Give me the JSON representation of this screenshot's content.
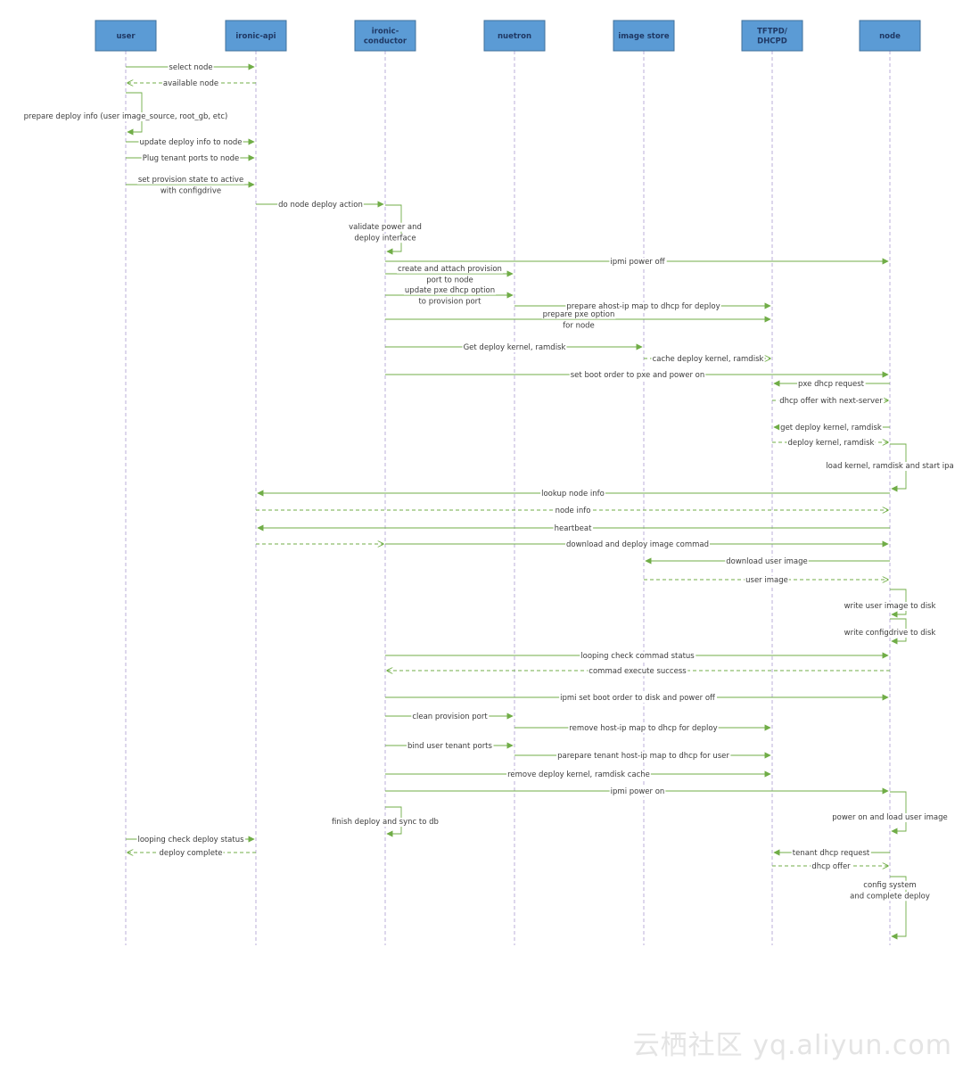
{
  "colors": {
    "actor_fill": "#5b9bd5",
    "arrow": "#70ad47",
    "lifeline": "#b4a7d6",
    "text": "#3b3b3b"
  },
  "actors": [
    {
      "id": "user",
      "label": [
        "user"
      ]
    },
    {
      "id": "api",
      "label": [
        "ironic-api"
      ]
    },
    {
      "id": "cond",
      "label": [
        "ironic-",
        "conductor"
      ]
    },
    {
      "id": "neutron",
      "label": [
        "nuetron"
      ]
    },
    {
      "id": "image",
      "label": [
        "image store"
      ]
    },
    {
      "id": "tftp",
      "label": [
        "TFTPD/",
        "DHCPD"
      ]
    },
    {
      "id": "node",
      "label": [
        "node"
      ]
    }
  ],
  "messages": [
    {
      "from": "user",
      "to": "api",
      "style": "solid",
      "label": [
        "select node"
      ]
    },
    {
      "from": "api",
      "to": "user",
      "style": "dashed",
      "label": [
        "available node"
      ]
    },
    {
      "from": "user",
      "to": "user",
      "style": "self",
      "label": [
        "prepare deploy info (user image_source, root_gb, etc)"
      ]
    },
    {
      "from": "user",
      "to": "api",
      "style": "solid",
      "label": [
        "update deploy info to node"
      ]
    },
    {
      "from": "user",
      "to": "api",
      "style": "solid",
      "label": [
        "Plug tenant ports  to node"
      ]
    },
    {
      "from": "user",
      "to": "api",
      "style": "solid",
      "label": [
        "set provision state to active",
        "with configdrive"
      ]
    },
    {
      "from": "api",
      "to": "cond",
      "style": "solid",
      "label": [
        "do node deploy action"
      ]
    },
    {
      "from": "cond",
      "to": "cond",
      "style": "self",
      "label": [
        "validate power and",
        "deploy interface"
      ]
    },
    {
      "from": "cond",
      "to": "node",
      "style": "solid",
      "label": [
        "ipmi power off"
      ]
    },
    {
      "from": "cond",
      "to": "neutron",
      "style": "solid",
      "label": [
        "create and attach provision",
        "port to node"
      ]
    },
    {
      "from": "cond",
      "to": "neutron",
      "style": "solid",
      "label": [
        "update pxe dhcp option",
        "to provision port"
      ]
    },
    {
      "from": "neutron",
      "to": "tftp",
      "style": "solid",
      "label": [
        "prepare ahost-ip map to dhcp for deploy"
      ]
    },
    {
      "from": "cond",
      "to": "tftp",
      "style": "solid",
      "label": [
        "prepare pxe option",
        "for node"
      ]
    },
    {
      "from": "cond",
      "to": "image",
      "style": "solid",
      "label": [
        "Get deploy kernel, ramdisk"
      ]
    },
    {
      "from": "image",
      "to": "tftp",
      "style": "dashed",
      "label": [
        "cache deploy kernel, ramdisk"
      ]
    },
    {
      "from": "cond",
      "to": "node",
      "style": "solid",
      "label": [
        "set boot order to pxe and power on"
      ]
    },
    {
      "from": "node",
      "to": "tftp",
      "style": "solid",
      "label": [
        "pxe dhcp request"
      ]
    },
    {
      "from": "tftp",
      "to": "node",
      "style": "dashed",
      "label": [
        "dhcp offer with next-server"
      ]
    },
    {
      "from": "node",
      "to": "tftp",
      "style": "solid",
      "label": [
        "get deploy kernel, ramdisk"
      ]
    },
    {
      "from": "tftp",
      "to": "node",
      "style": "dashed",
      "label": [
        "deploy kernel, ramdisk"
      ]
    },
    {
      "from": "node",
      "to": "node",
      "style": "self",
      "label": [
        "load kernel, ramdisk and start ipa"
      ]
    },
    {
      "from": "node",
      "to": "api",
      "style": "solid",
      "label": [
        "lookup node info"
      ]
    },
    {
      "from": "api",
      "to": "node",
      "style": "dashed",
      "label": [
        "node info"
      ]
    },
    {
      "from": "node",
      "to": "api",
      "style": "solid",
      "label": [
        "heartbeat"
      ]
    },
    {
      "from": "cond",
      "to": "node",
      "style": "solid",
      "label": [
        "download and deploy image commad"
      ]
    },
    {
      "from": "api",
      "to": "cond",
      "style": "dashed",
      "label": []
    },
    {
      "from": "node",
      "to": "image",
      "style": "solid",
      "label": [
        "download user image"
      ]
    },
    {
      "from": "image",
      "to": "node",
      "style": "dashed",
      "label": [
        "user image"
      ]
    },
    {
      "from": "node",
      "to": "node",
      "style": "self",
      "label": [
        "write user image to disk"
      ]
    },
    {
      "from": "node",
      "to": "node",
      "style": "self",
      "label": [
        "write configdrive to disk"
      ]
    },
    {
      "from": "cond",
      "to": "node",
      "style": "solid",
      "label": [
        "looping check commad status"
      ]
    },
    {
      "from": "node",
      "to": "cond",
      "style": "dashed",
      "label": [
        "commad execute success"
      ]
    },
    {
      "from": "cond",
      "to": "node",
      "style": "solid",
      "label": [
        "ipmi set boot order to disk and power off"
      ]
    },
    {
      "from": "cond",
      "to": "neutron",
      "style": "solid",
      "label": [
        "clean provision port"
      ]
    },
    {
      "from": "neutron",
      "to": "tftp",
      "style": "solid",
      "label": [
        "remove host-ip map to dhcp for deploy"
      ]
    },
    {
      "from": "cond",
      "to": "neutron",
      "style": "solid",
      "label": [
        "bind user tenant ports"
      ]
    },
    {
      "from": "neutron",
      "to": "tftp",
      "style": "solid",
      "label": [
        "parepare tenant host-ip map to dhcp for user"
      ]
    },
    {
      "from": "cond",
      "to": "tftp",
      "style": "solid",
      "label": [
        "remove deploy kernel, ramdisk cache"
      ]
    },
    {
      "from": "cond",
      "to": "node",
      "style": "solid",
      "label": [
        "ipmi power on"
      ]
    },
    {
      "from": "node",
      "to": "node",
      "style": "self",
      "label": [
        "power on and load user image"
      ]
    },
    {
      "from": "cond",
      "to": "cond",
      "style": "self",
      "label": [
        "finish deploy and sync to db"
      ]
    },
    {
      "from": "user",
      "to": "api",
      "style": "solid",
      "label": [
        "looping check deploy status"
      ]
    },
    {
      "from": "api",
      "to": "user",
      "style": "dashed",
      "label": [
        "deploy complete"
      ]
    },
    {
      "from": "node",
      "to": "tftp",
      "style": "solid",
      "label": [
        "tenant dhcp request"
      ]
    },
    {
      "from": "tftp",
      "to": "node",
      "style": "dashed",
      "label": [
        "dhcp offer"
      ]
    },
    {
      "from": "node",
      "to": "node",
      "style": "self",
      "label": [
        "config system",
        "and complete deploy"
      ]
    }
  ],
  "watermark": "云栖社区 yq.aliyun.com"
}
